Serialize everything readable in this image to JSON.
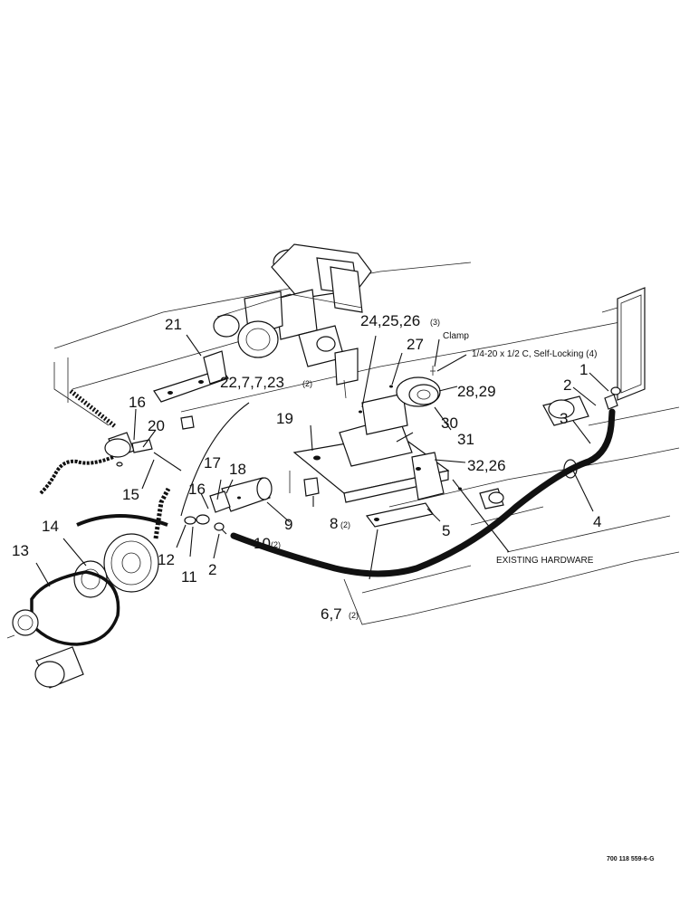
{
  "callouts": {
    "c1": "1",
    "c2a": "2",
    "c2b": "2",
    "c3": "3",
    "c4": "4",
    "c5": "5",
    "c67": "6,7",
    "c67_qty": "(2)",
    "c8": "8",
    "c8_qty": "(2)",
    "c9": "9",
    "c10": "10",
    "c10_qty": "(2)",
    "c11": "11",
    "c12": "12",
    "c13": "13",
    "c14": "14",
    "c15": "15",
    "c16a": "16",
    "c16b": "16",
    "c17": "17",
    "c18": "18",
    "c19": "19",
    "c20": "20",
    "c21": "21",
    "c22": "22,7,7,23",
    "c22_qty": "(2)",
    "c24": "24,25,26",
    "c24_qty": "(3)",
    "c27": "27",
    "c2829": "28,29",
    "c30": "30",
    "c31": "31",
    "c3226": "32,26"
  },
  "notes": {
    "clamp": "Clamp",
    "self_locking": "1/4-20 x 1/2 C, Self-Locking (4)",
    "existing_hardware": "EXISTING HARDWARE"
  },
  "figure_ref": "700 118 559-6-G",
  "icons": {
    "pulley": "pulley-icon",
    "belt": "belt-icon",
    "hydraulic_motor": "hydraulic-motor-icon",
    "hose": "hose-icon",
    "bracket": "bracket-icon"
  }
}
